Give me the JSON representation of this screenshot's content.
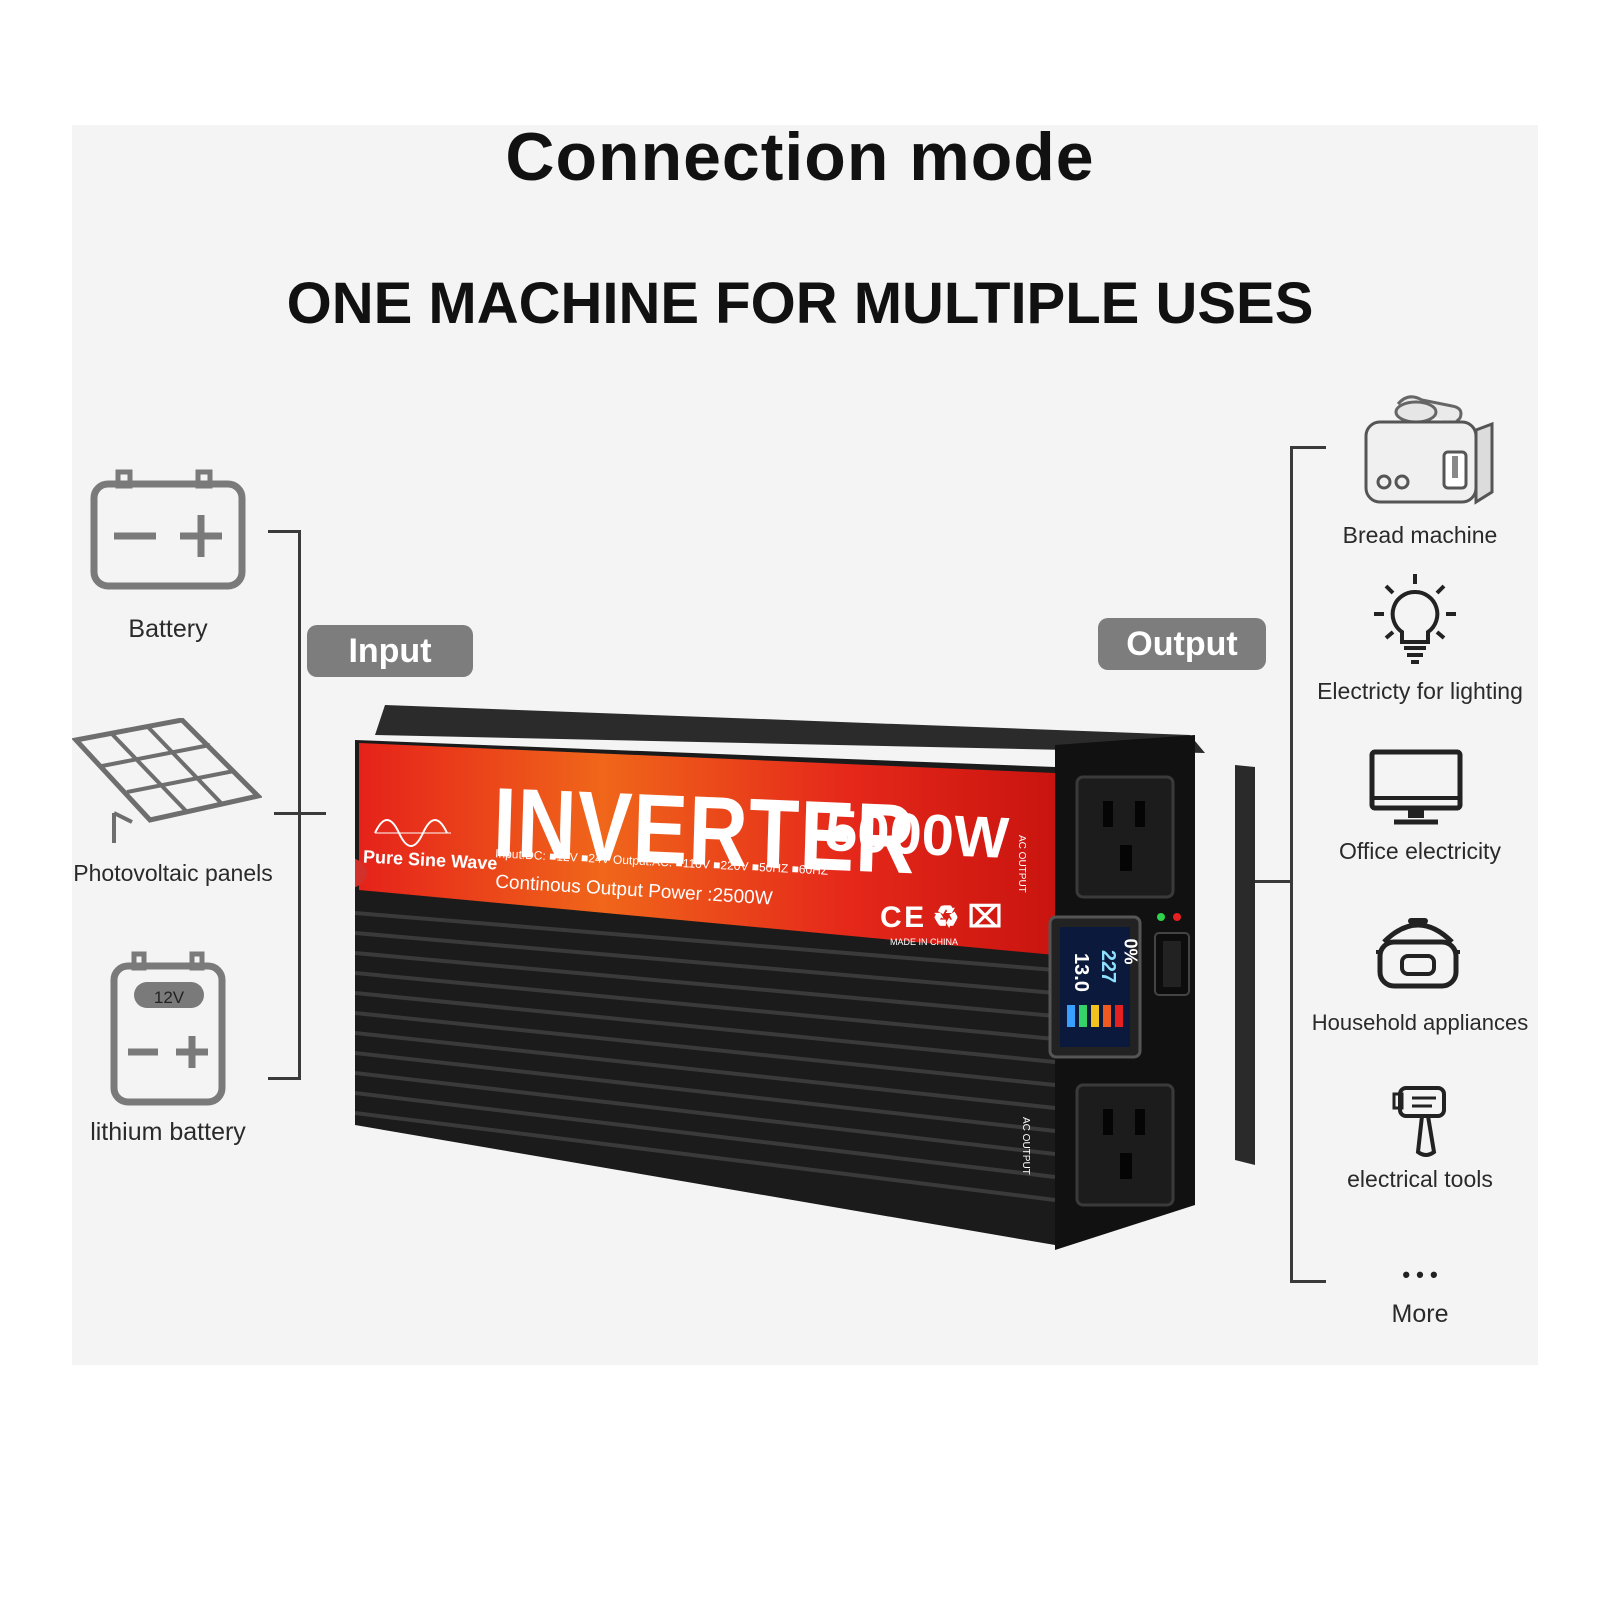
{
  "title": "Connection mode",
  "subtitle": "ONE MACHINE FOR MULTIPLE USES",
  "input": {
    "label": "Input",
    "items": [
      {
        "label": "Battery",
        "icon": "battery-icon"
      },
      {
        "label": "Photovoltaic panels",
        "icon": "solar-panel-icon"
      },
      {
        "label": "lithium battery",
        "icon": "lithium-battery-icon",
        "badge": "12V"
      }
    ]
  },
  "output": {
    "label": "Output",
    "items": [
      {
        "label": "Bread machine",
        "icon": "toaster-icon"
      },
      {
        "label": "Electricty for lighting",
        "icon": "light-bulb-icon"
      },
      {
        "label": "Office electricity",
        "icon": "monitor-icon"
      },
      {
        "label": "Household appliances",
        "icon": "rice-cooker-icon"
      },
      {
        "label": "electrical tools",
        "icon": "drill-icon"
      },
      {
        "label": "More",
        "icon": "more-dots-icon",
        "glyph": "• • •"
      }
    ]
  },
  "inverter": {
    "brand": "INVERTER",
    "power": "5000W",
    "wave": "Pure Sine Wave",
    "spec_line": "Input:DC: ■12V ■24V  Output:AC: ■110V ■220V ■50HZ ■60HZ",
    "continuous": "Continous Output Power :2500W",
    "made_in": "MADE IN CHINA",
    "port_label": "AC OUTPUT",
    "display": {
      "input_v": "13.0",
      "output_v": "227",
      "load": "0%"
    },
    "colors": {
      "label_red": "#e0241a",
      "label_orange": "#f26a1b",
      "body": "#1d1d1d"
    }
  }
}
